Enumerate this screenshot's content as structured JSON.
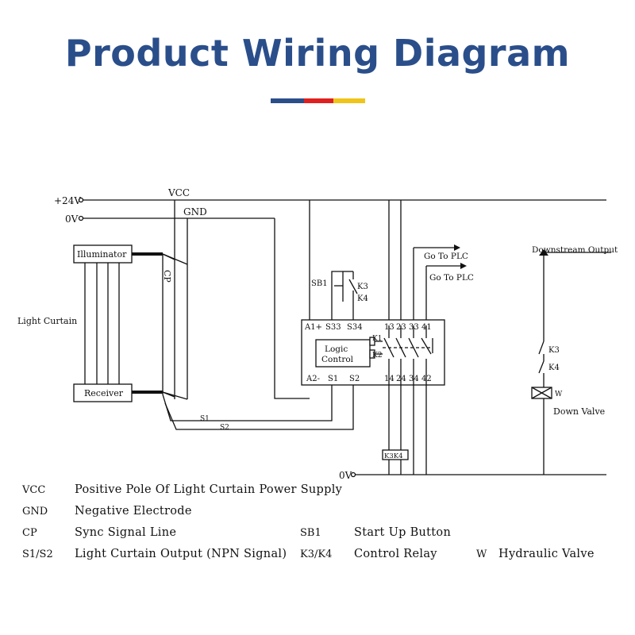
{
  "title": "Product Wiring Diagram",
  "colors": {
    "title": "#2a4e8a",
    "accent_blue": "#2a4e8a",
    "accent_red": "#e02020",
    "accent_yellow": "#f0c419",
    "line": "#111111"
  },
  "diagram": {
    "rails": {
      "plus24v": "+24V",
      "zero_v": "0V",
      "zero_v_bottom": "0V"
    },
    "nets": {
      "vcc": "VCC",
      "gnd": "GND",
      "cp": "CP",
      "s1": "S1",
      "s2": "S2"
    },
    "devices": {
      "illuminator": "Illuminator",
      "receiver": "Receiver",
      "light_curtain": "Light Curtain",
      "sb1": "SB1",
      "k3": "K3",
      "k4": "K4",
      "logic_line1": "Logic",
      "logic_line2": "Control",
      "k1": "K1",
      "k2": "K2",
      "k3k4_coil": "K3K4",
      "w": "W",
      "down_valve": "Down Valve"
    },
    "terminals": {
      "a1": "A1+",
      "s33": "S33",
      "s34": "S34",
      "t13": "13",
      "t23": "23",
      "t33": "33",
      "t41": "41",
      "a2": "A2-",
      "s1": "S1",
      "s2": "S2",
      "t14": "14",
      "t24": "24",
      "t34": "34",
      "t42": "42"
    },
    "outputs": {
      "go_to_plc_1": "Go To PLC",
      "go_to_plc_2": "Go To PLC",
      "downstream": "Downstream Output"
    }
  },
  "legend": [
    {
      "abbr": "VCC",
      "desc": "Positive Pole Of Light Curtain Power Supply"
    },
    {
      "abbr": "GND",
      "desc": "Negative Electrode"
    },
    {
      "abbr": "CP",
      "desc": "Sync Signal Line"
    },
    {
      "abbr": "SB1",
      "desc": "Start Up Button"
    },
    {
      "abbr": "S1/S2",
      "desc": "Light Curtain Output (NPN Signal)"
    },
    {
      "abbr": "K3/K4",
      "desc": "Control Relay"
    },
    {
      "abbr": "W",
      "desc": "Hydraulic Valve"
    }
  ]
}
